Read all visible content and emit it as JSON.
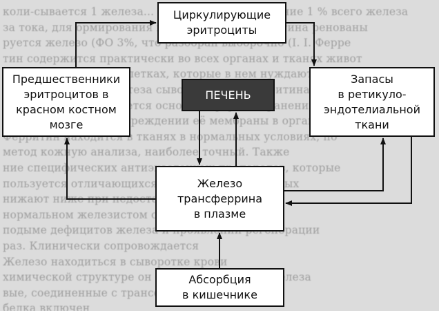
{
  "background_text": [
    "коли-сывается 1 железа... в организм, а отношение 1 % всего железа",
    "за тока, для ормирования всего функций ферритина ренованы",
    "руется железо (ФО 3%, что разобран выборочно (I. I. Ферре",
    "тин содержится практически во всех органах и тканях живот",
    "животном железа в клетках, которые в нем нуждаются боль",
    "роцитов (а также синтеза сывороточного ферритина) в процессе",
    "пресс ферритин является основной формой хранения железа при",
    "тракции железа и повреждении её мембраны в организме",
    "Ферритин находится в тканях в нормальных условиях, по",
    "метод кожную анализа, наиболее точный. Также",
    "ние специфических антиэкзогенных препаратов, которые",
    "пользуется отличающихся у больных, при которых",
    "нижают ниже при недостаточностьме железа",
    "нормальном железистом состоянии выявлении",
    "подыме дефицитов железа и проявлении регенерации",
    "раз. Клинически сопровождается",
    "Железо находиться в сыворотке крови",
    "химической структуре он содержит фракции железа",
    "вые, соединенные с трансферрином 1 и 2",
    "белка включен"
  ],
  "nodes": {
    "circulating": {
      "line1": "Циркулирующие",
      "line2": "эритроциты"
    },
    "precursors": {
      "line1": "Предшественники",
      "line2": "эритроцитов в",
      "line3": "красном костном",
      "line4": "мозге"
    },
    "liver": {
      "label": "ПЕЧЕНЬ"
    },
    "stores": {
      "line1": "Запасы",
      "line2": "в ретикуло-",
      "line3": "эндотелиальной",
      "line4": "ткани"
    },
    "transferrin_iron": {
      "line1": "Железо",
      "line2": "трансферрина",
      "line3": "в плазме"
    },
    "absorption": {
      "line1": "Абсорбция",
      "line2": "в кишечнике"
    }
  },
  "colors": {
    "box_fill": "#ffffff",
    "liver_fill": "#3a3a3a",
    "liver_text": "#ffffff",
    "line": "#111111",
    "background": "#dcdcdc"
  }
}
